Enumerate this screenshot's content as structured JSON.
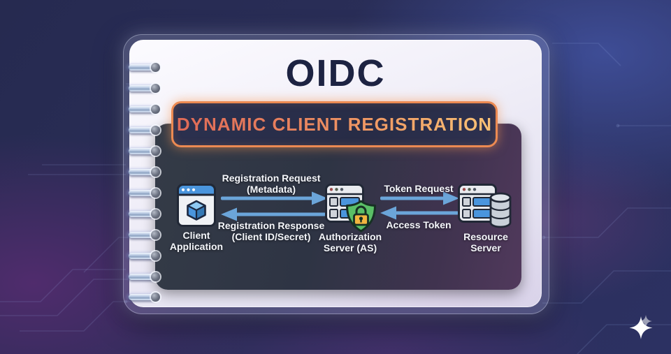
{
  "title": "OIDC",
  "banner": {
    "text": "DYNAMIC CLIENT REGISTRATION"
  },
  "diagram": {
    "nodes": [
      {
        "id": "client-application",
        "icon": "browser-window-cube-icon",
        "label_line1": "Client",
        "label_line2": "Application"
      },
      {
        "id": "authorization-server",
        "icon": "server-shield-lock-icon",
        "label_line1": "Authorization",
        "label_line2": "Server (AS)"
      },
      {
        "id": "resource-server",
        "icon": "server-database-icon",
        "label_line1": "Resource",
        "label_line2": "Server"
      }
    ],
    "flows": [
      {
        "from": "client-application",
        "to": "authorization-server",
        "direction": "right",
        "label_line1": "Registration Request",
        "label_line2": "(Metadata)"
      },
      {
        "from": "authorization-server",
        "to": "client-application",
        "direction": "left",
        "label_line1": "Registration Response",
        "label_line2": "(Client ID/Secret)"
      },
      {
        "from": "authorization-server",
        "to": "resource-server",
        "direction": "right",
        "label_line1": "Token Request",
        "label_line2": ""
      },
      {
        "from": "resource-server",
        "to": "authorization-server",
        "direction": "left",
        "label_line1": "Access Token",
        "label_line2": ""
      }
    ]
  },
  "icons": {
    "logo": "sparkle-icon",
    "client": "browser-window-cube-icon",
    "authorization": "server-shield-lock-icon",
    "resource": "server-database-icon"
  },
  "colors": {
    "arrow": "#6ba5d9",
    "title_text": "#1d2342",
    "banner_border": "#ec8a52",
    "banner_text_gradient_start": "#df6a57",
    "banner_text_gradient_end": "#f8c276",
    "panel_bg": "#2e3444",
    "label_text": "#f4f6fa",
    "window_blue": "#4a95dd",
    "shield_green": "#5abf66",
    "lock_amber": "#f3b53f",
    "card_bg": "#efedf7",
    "background_navy": "#2a2e58",
    "background_purple": "#522c6e"
  }
}
